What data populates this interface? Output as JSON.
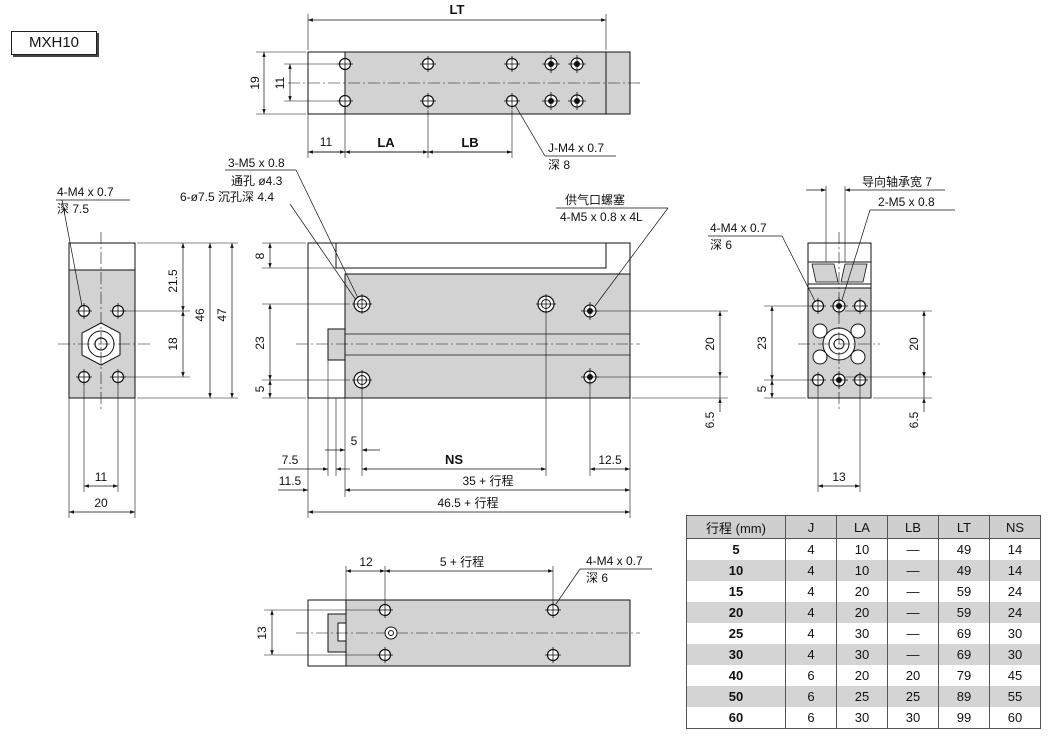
{
  "model_tag": "MXH10",
  "labels": {
    "top_lt": "LT",
    "top_19": "19",
    "top_11": "11",
    "top_11b": "11",
    "top_la": "LA",
    "top_lb": "LB",
    "top_j_thread": "J-M4 x 0.7",
    "top_j_depth": "深 8",
    "main_3m5": "3-M5 x 0.8",
    "main_thru": "通孔 ø4.3",
    "main_cbore": "6-ø7.5 沉孔深 4.4",
    "main_plug": "供气口螺塞",
    "main_4m5": "4-M5 x 0.8 x 4L",
    "main_8": "8",
    "main_23": "23",
    "main_5": "5",
    "main_20": "20",
    "main_65": "6.5",
    "main_5b": "5",
    "main_ns": "NS",
    "main_125": "12.5",
    "main_75": "7.5",
    "main_115": "11.5",
    "main_35": "35 + 行程",
    "main_465": "46.5 + 行程",
    "left_4m4": "4-M4 x 0.7",
    "left_depth": "深 7.5",
    "left_215": "21.5",
    "left_46": "46",
    "left_47": "47",
    "left_18": "18",
    "left_11": "11",
    "left_20": "20",
    "right_guide": "导向轴承宽 7",
    "right_2m5": "2-M5 x 0.8",
    "right_4m4": "4-M4 x 0.7",
    "right_depth": "深 6",
    "right_23": "23",
    "right_5": "5",
    "right_20": "20",
    "right_65": "6.5",
    "right_13": "13",
    "bot_12": "12",
    "bot_5s": "5 + 行程",
    "bot_4m4": "4-M4 x 0.7",
    "bot_depth": "深 6",
    "bot_13": "13"
  },
  "table": {
    "headers": [
      "行程 (mm)",
      "J",
      "LA",
      "LB",
      "LT",
      "NS"
    ],
    "rows": [
      [
        "5",
        "4",
        "10",
        "—",
        "49",
        "14"
      ],
      [
        "10",
        "4",
        "10",
        "—",
        "49",
        "14"
      ],
      [
        "15",
        "4",
        "20",
        "—",
        "59",
        "24"
      ],
      [
        "20",
        "4",
        "20",
        "—",
        "59",
        "24"
      ],
      [
        "25",
        "4",
        "30",
        "—",
        "69",
        "30"
      ],
      [
        "30",
        "4",
        "30",
        "—",
        "69",
        "30"
      ],
      [
        "40",
        "6",
        "20",
        "20",
        "79",
        "45"
      ],
      [
        "50",
        "6",
        "25",
        "25",
        "89",
        "55"
      ],
      [
        "60",
        "6",
        "30",
        "30",
        "99",
        "60"
      ]
    ]
  }
}
